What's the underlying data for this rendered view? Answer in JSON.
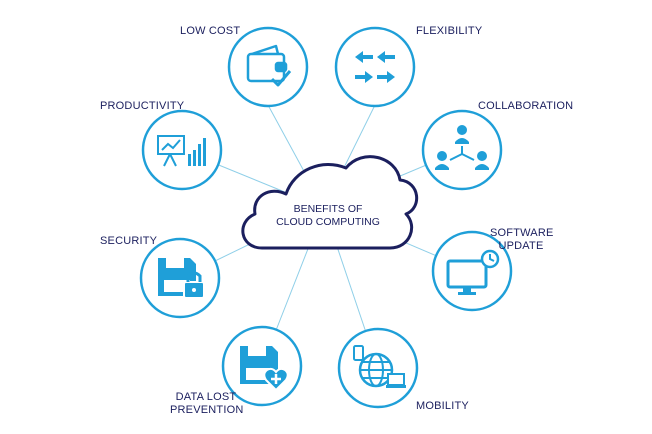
{
  "center": {
    "line1": "BENEFITS OF",
    "line2": "CLOUD COMPUTING"
  },
  "colors": {
    "accent": "#1f9fd8",
    "navy": "#1b1f5e",
    "connector": "#8fcfe8"
  },
  "benefits": [
    {
      "id": "low-cost",
      "label": "LOW COST",
      "icon": "wallet-check-icon"
    },
    {
      "id": "flexibility",
      "label": "FLEXIBILITY",
      "icon": "arrows-icon"
    },
    {
      "id": "productivity",
      "label": "PRODUCTIVITY",
      "icon": "presentation-chart-icon"
    },
    {
      "id": "collaboration",
      "label": "COLLABORATION",
      "icon": "people-network-icon"
    },
    {
      "id": "security",
      "label": "SECURITY",
      "icon": "floppy-lock-icon"
    },
    {
      "id": "software-update",
      "label1": "SOFTWARE",
      "label2": "UPDATE",
      "icon": "monitor-clock-icon"
    },
    {
      "id": "data-lost-prevention",
      "label1": "DATA LOST",
      "label2": "PREVENTION",
      "icon": "floppy-heart-icon"
    },
    {
      "id": "mobility",
      "label": "MOBILITY",
      "icon": "globe-devices-icon"
    }
  ]
}
